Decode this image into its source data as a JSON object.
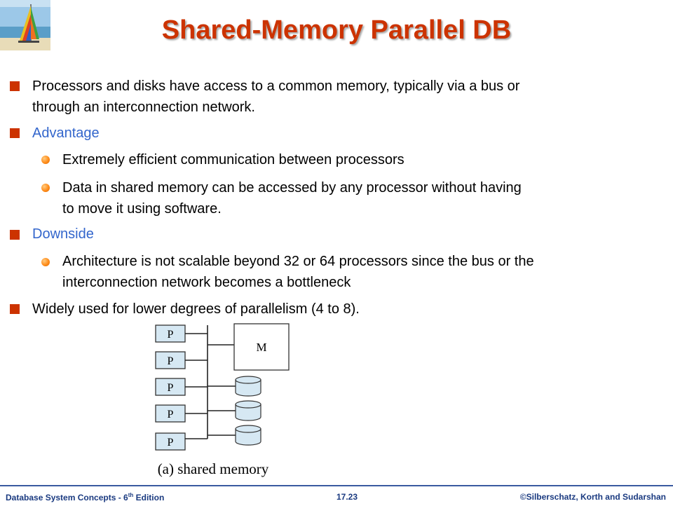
{
  "slide": {
    "title": "Shared-Memory Parallel DB",
    "logo_icon": "sailboat-logo"
  },
  "bullets": [
    {
      "level": 1,
      "style": "normal",
      "lines": [
        "Processors and disks have access to a common memory, typically via a bus or",
        "through an interconnection network."
      ]
    },
    {
      "level": 1,
      "style": "accent",
      "lines": [
        "Advantage"
      ]
    },
    {
      "level": 2,
      "style": "normal",
      "lines": [
        "Extremely efficient communication between processors"
      ]
    },
    {
      "level": 2,
      "style": "normal",
      "lines": [
        "Data in shared memory can be accessed by any processor without having",
        "to move it using software."
      ]
    },
    {
      "level": 1,
      "style": "accent",
      "lines": [
        "Downside"
      ]
    },
    {
      "level": 2,
      "style": "normal",
      "lines": [
        "Architecture is not scalable beyond 32 or 64 processors since the bus or the",
        "interconnection network becomes a bottleneck"
      ]
    },
    {
      "level": 1,
      "style": "normal",
      "lines": [
        "Widely used for lower degrees of parallelism (4 to 8)."
      ]
    }
  ],
  "figure": {
    "processor_label": "P",
    "processor_count": 5,
    "memory_label": "M",
    "disk_count": 3,
    "caption": "(a) shared memory"
  },
  "footer": {
    "left_text": "Database  System Concepts  - 6",
    "left_sup": "th",
    "left_suffix": " Edition",
    "page_number": "17.23",
    "copyright": "©Silberschatz, Korth  and  Sudarshan"
  },
  "colors": {
    "title": "#cc3300",
    "accent_text": "#3366cc",
    "level1_bullet": "#cc3300",
    "level2_bullet": "#ff8c1a",
    "footer_text": "#1a3a80",
    "footer_rule": "#3a5aa0",
    "diagram_fill": "#d6e8f3"
  }
}
